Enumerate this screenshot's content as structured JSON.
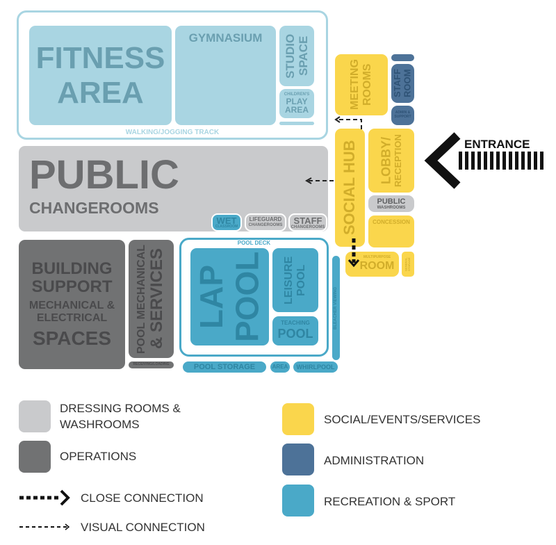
{
  "blocks": {
    "fitness": "FITNESS AREA",
    "gym": "GYMNASIUM",
    "studio": "STUDIO SPACE",
    "play_small": "CHILDREN'S",
    "play": "PLAY AREA",
    "track": "WALKING/JOGGING TRACK",
    "public": "PUBLIC",
    "changerooms": "CHANGEROOMS",
    "wet": "WET",
    "wet_sub": "CLASSROOM",
    "lifeguard": "LIFEGUARD",
    "lifeguard_sub": "CHANGEROOMS",
    "staff": "STAFF",
    "staff_sub": "CHANGEROOMS",
    "building1": "BUILDING SUPPORT",
    "building2": "MECHANICAL & ELECTRICAL",
    "building3": "SPACES",
    "poolmech1": "POOL MECHANICAL",
    "poolmech2": "& SERVICES",
    "receiving": "RECEIVING/LOADING",
    "pooldeck": "POOL DECK",
    "lap": "LAP POOL",
    "leisure": "LEISURE POOL",
    "teaching_small": "TEACHING",
    "teaching": "POOL",
    "bleacher": "BLEACHER VIEWING",
    "pool_storage": "POOL STORAGE",
    "area": "AREA",
    "whirlpool": "WHIRLPOOL",
    "meeting": "MEETING ROOMS",
    "staffroom": "STAFF ROOM",
    "admin_support": "ADMIN & SUPPORT",
    "social": "SOCIAL HUB",
    "lobby": "LOBBY/",
    "reception": "RECEPTION",
    "pub_wash": "PUBLIC",
    "washrooms": "WASHROOMS",
    "concession": "CONCESSION",
    "multi_small": "MULTIPURPOSE",
    "room": "ROOM",
    "general_storage": "GENERAL STORAGE",
    "entrance": "ENTRANCE"
  },
  "legend": [
    {
      "label": "DRESSING ROOMS & WASHROOMS",
      "color": "#c9cacc"
    },
    {
      "label": "OPERATIONS",
      "color": "#717273"
    },
    {
      "label": "SOCIAL/EVENTS/SERVICES",
      "color": "#fad64c"
    },
    {
      "label": "ADMINISTRATION",
      "color": "#4d7298"
    },
    {
      "label": "RECREATION & SPORT",
      "color": "#4aa9c8"
    },
    {
      "label": "CLOSE CONNECTION"
    },
    {
      "label": "VISUAL CONNECTION"
    }
  ]
}
